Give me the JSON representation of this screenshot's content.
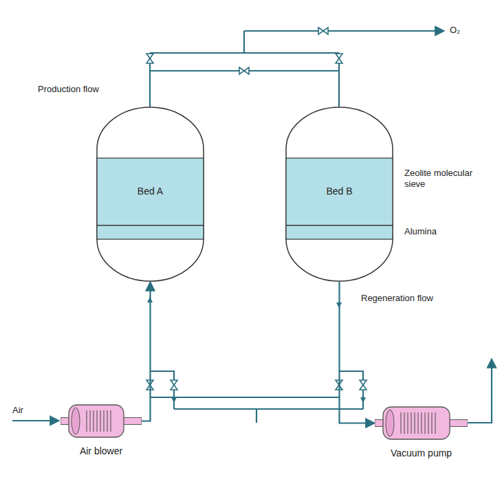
{
  "diagram": {
    "nodes": [
      {
        "text": [
          "Bed A"
        ]
      },
      {
        "text": [
          "Bed B"
        ]
      },
      {
        "text": [
          "Air blower"
        ]
      },
      {
        "text": [
          "Vacuum pump"
        ]
      }
    ],
    "edges": [
      {
        "from": 2,
        "to": 0,
        "arrow": "to"
      },
      {
        "from": 1,
        "to": 3,
        "arrow": "to"
      }
    ],
    "labels": [
      "O₂",
      "Production flow",
      "Zeolite molecular sieve",
      "Alumina",
      "Regeneration flow",
      "Air"
    ]
  }
}
